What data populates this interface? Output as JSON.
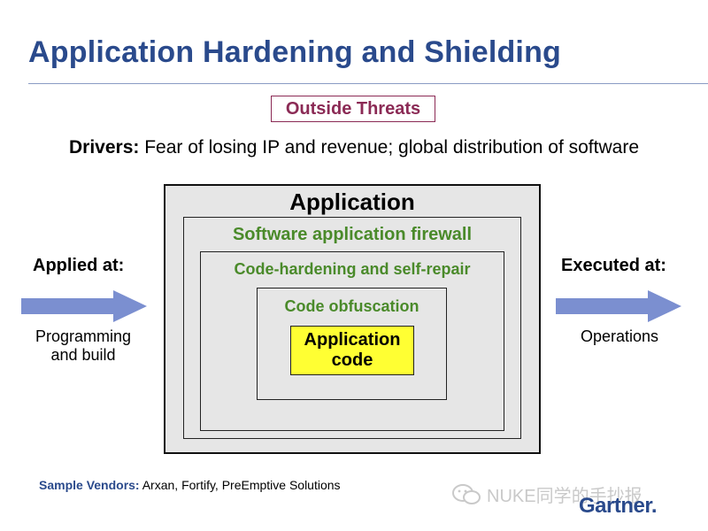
{
  "title": "Application Hardening and Shielding",
  "threats": "Outside Threats",
  "drivers": {
    "label": "Drivers:",
    "text": "Fear of losing IP and revenue; global distribution of software"
  },
  "layers": {
    "application": "Application",
    "firewall": "Software application firewall",
    "hardening": "Code-hardening and self-repair",
    "obfuscation": "Code obfuscation",
    "code_line1": "Application",
    "code_line2": "code"
  },
  "applied": {
    "heading": "Applied at:",
    "line1": "Programming",
    "line2": "and build"
  },
  "executed": {
    "heading": "Executed at:",
    "line1": "Operations"
  },
  "vendors": {
    "label": "Sample Vendors:",
    "text": "Arxan, Fortify, PreEmptive Solutions"
  },
  "watermark": "NUKE同学的手抄报",
  "brand": "Gartner.",
  "colors": {
    "title": "#2a4a8c",
    "threats": "#8b2a55",
    "layer_label": "#4a8a2a",
    "box_fill": "#e6e6e6",
    "code_fill": "#ffff33",
    "arrow": "#7b8fd0"
  },
  "icons": [
    "right-arrow-icon",
    "wechat-icon"
  ]
}
